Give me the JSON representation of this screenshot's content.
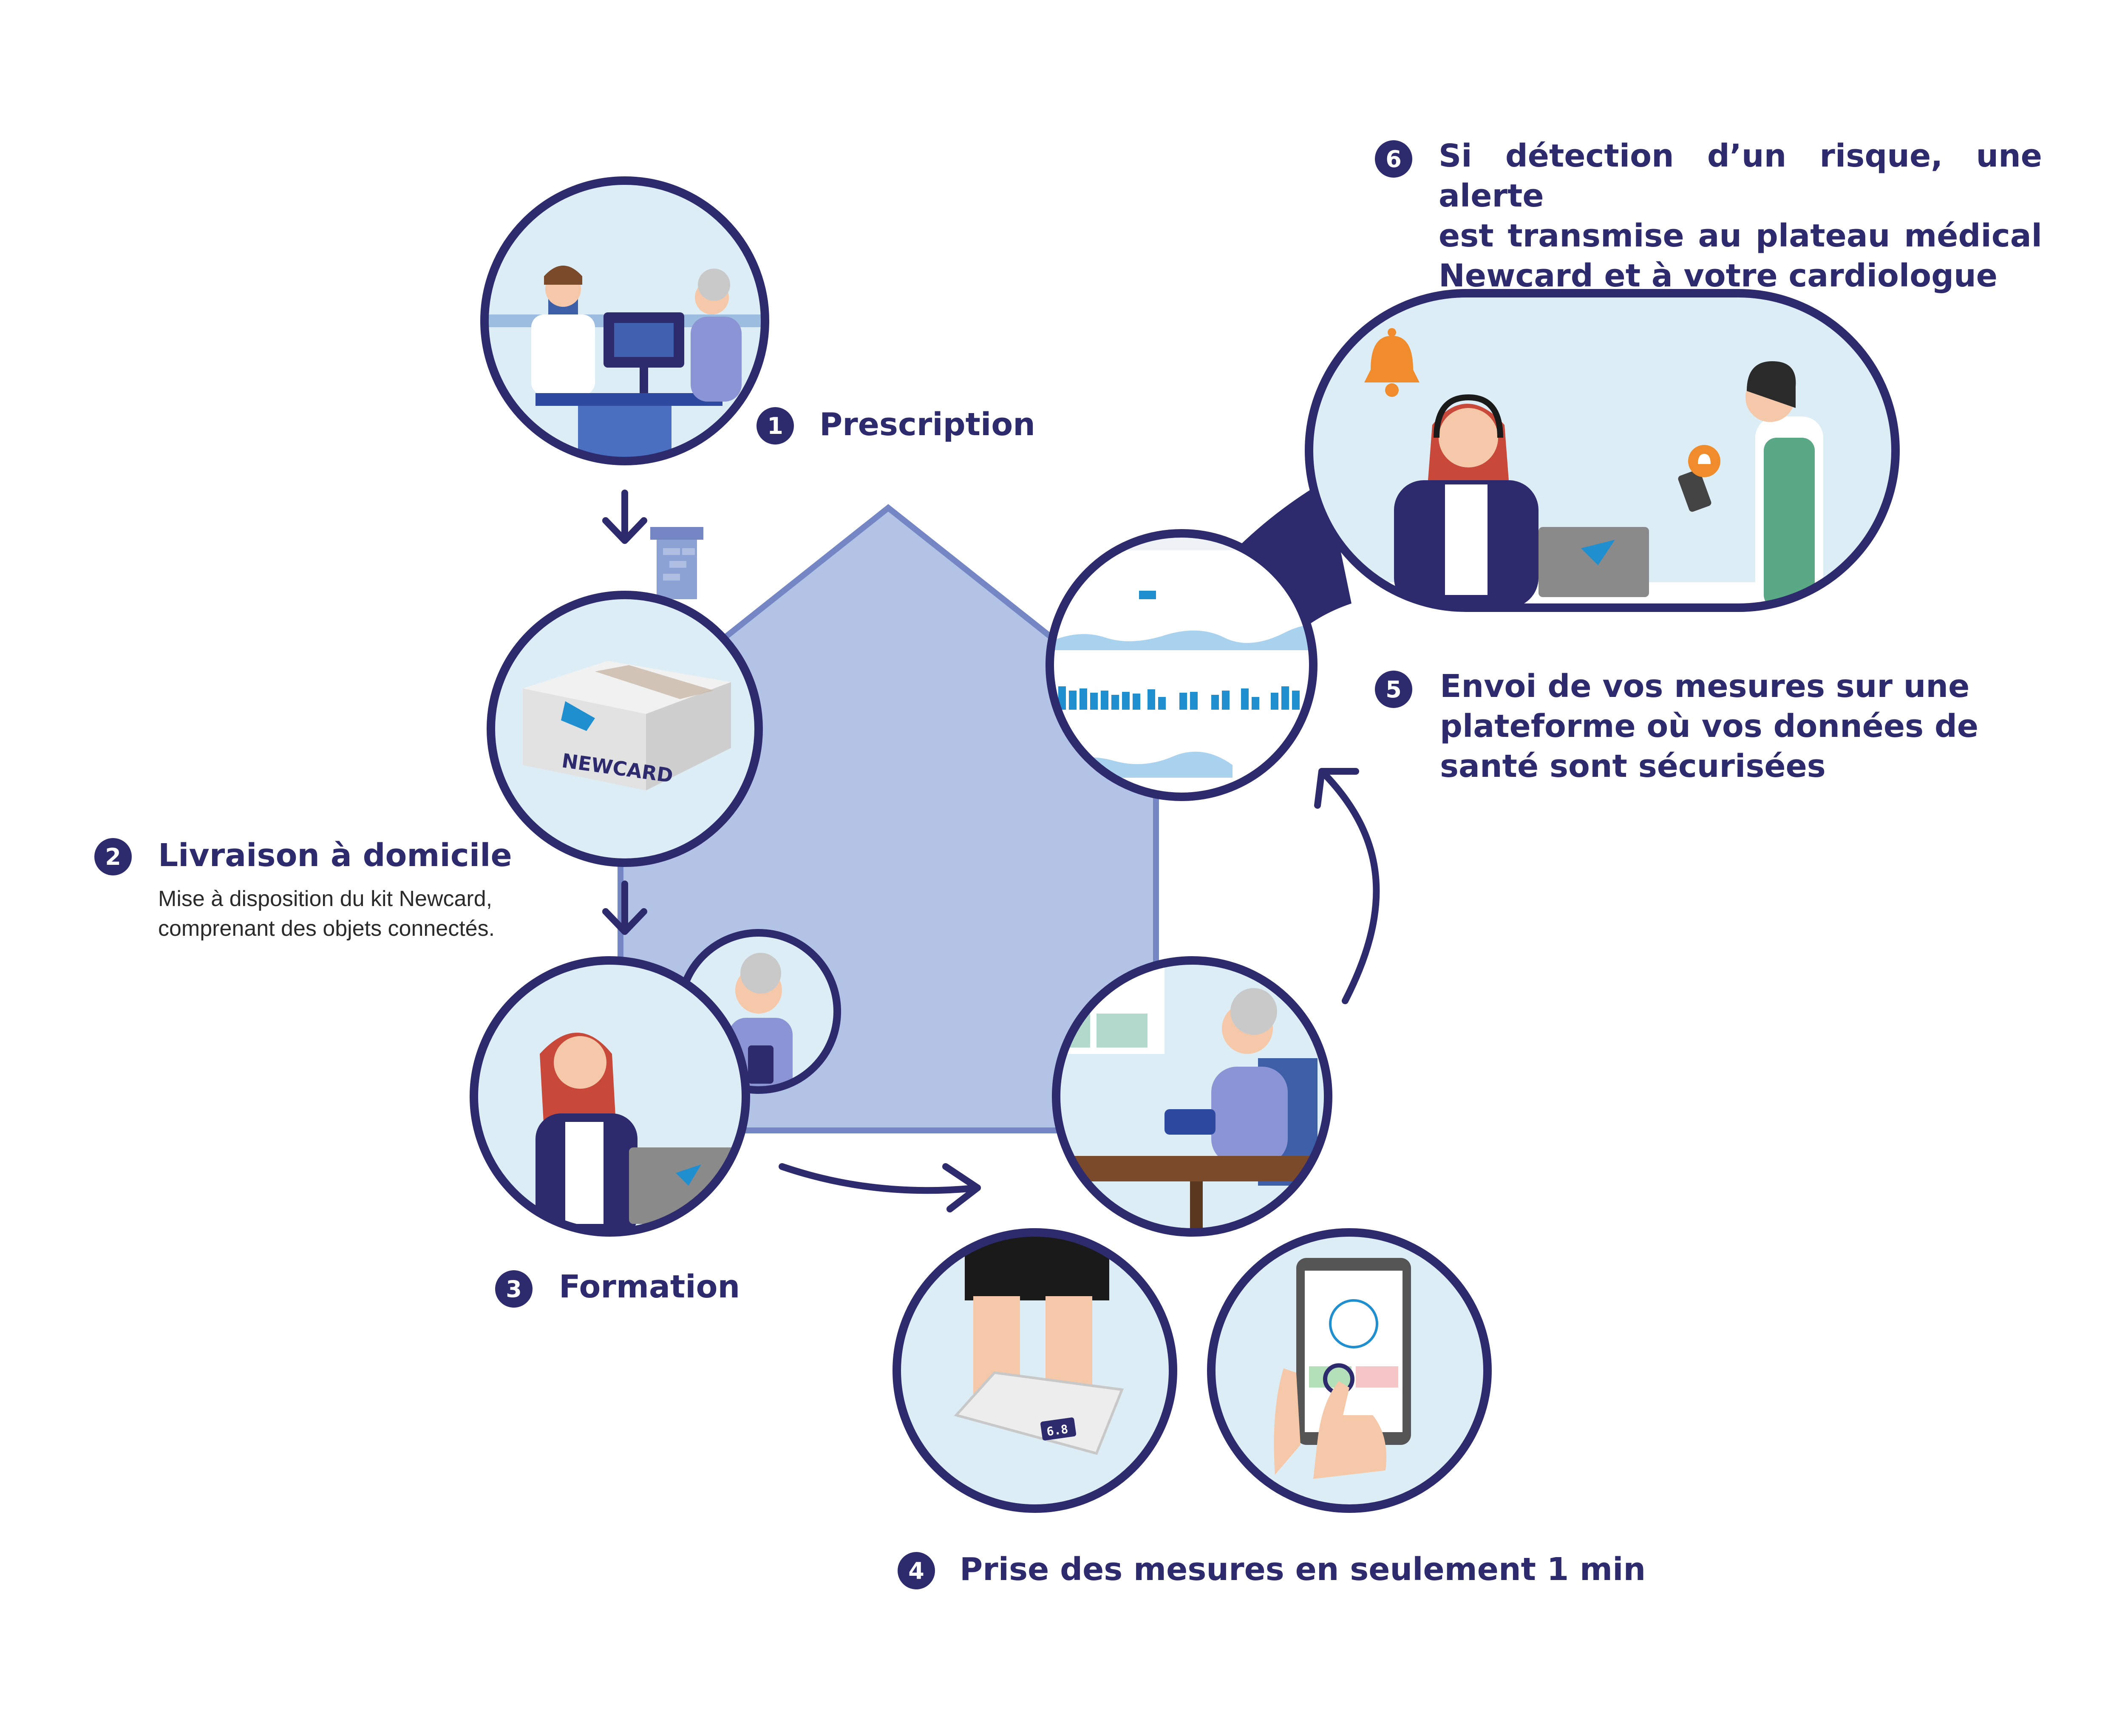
{
  "colors": {
    "navy": "#2d2a6e",
    "house": "#b3c3e6",
    "house_border": "#7487c4",
    "bubble_bg": "#dcedf5",
    "accent_blue": "#1f8fd0",
    "alert_orange": "#f08c2c"
  },
  "steps": [
    {
      "number": "1",
      "title": "Prescription"
    },
    {
      "number": "2",
      "title": "Livraison à domicile",
      "subtitle_lines": [
        "Mise à disposition du kit Newcard,",
        "comprenant des objets connectés."
      ]
    },
    {
      "number": "3",
      "title": "Formation"
    },
    {
      "number": "4",
      "title": "Prise des mesures en seulement 1 min"
    },
    {
      "number": "5",
      "lines": [
        "Envoi de vos mesures sur une",
        "plateforme où vos données de",
        "santé sont sécurisées"
      ]
    },
    {
      "number": "6",
      "lines": [
        "Si détection d’un risque, une alerte",
        "est transmise au plateau médical",
        "Newcard et à votre cardiologue"
      ]
    }
  ],
  "box_brand": "NEWCARD",
  "scale_display": "6.8",
  "icons": [
    "doctor-consultation",
    "newcard-box",
    "phone-training",
    "blood-pressure",
    "scale",
    "tablet-app",
    "data-dashboard",
    "alert-bell"
  ]
}
